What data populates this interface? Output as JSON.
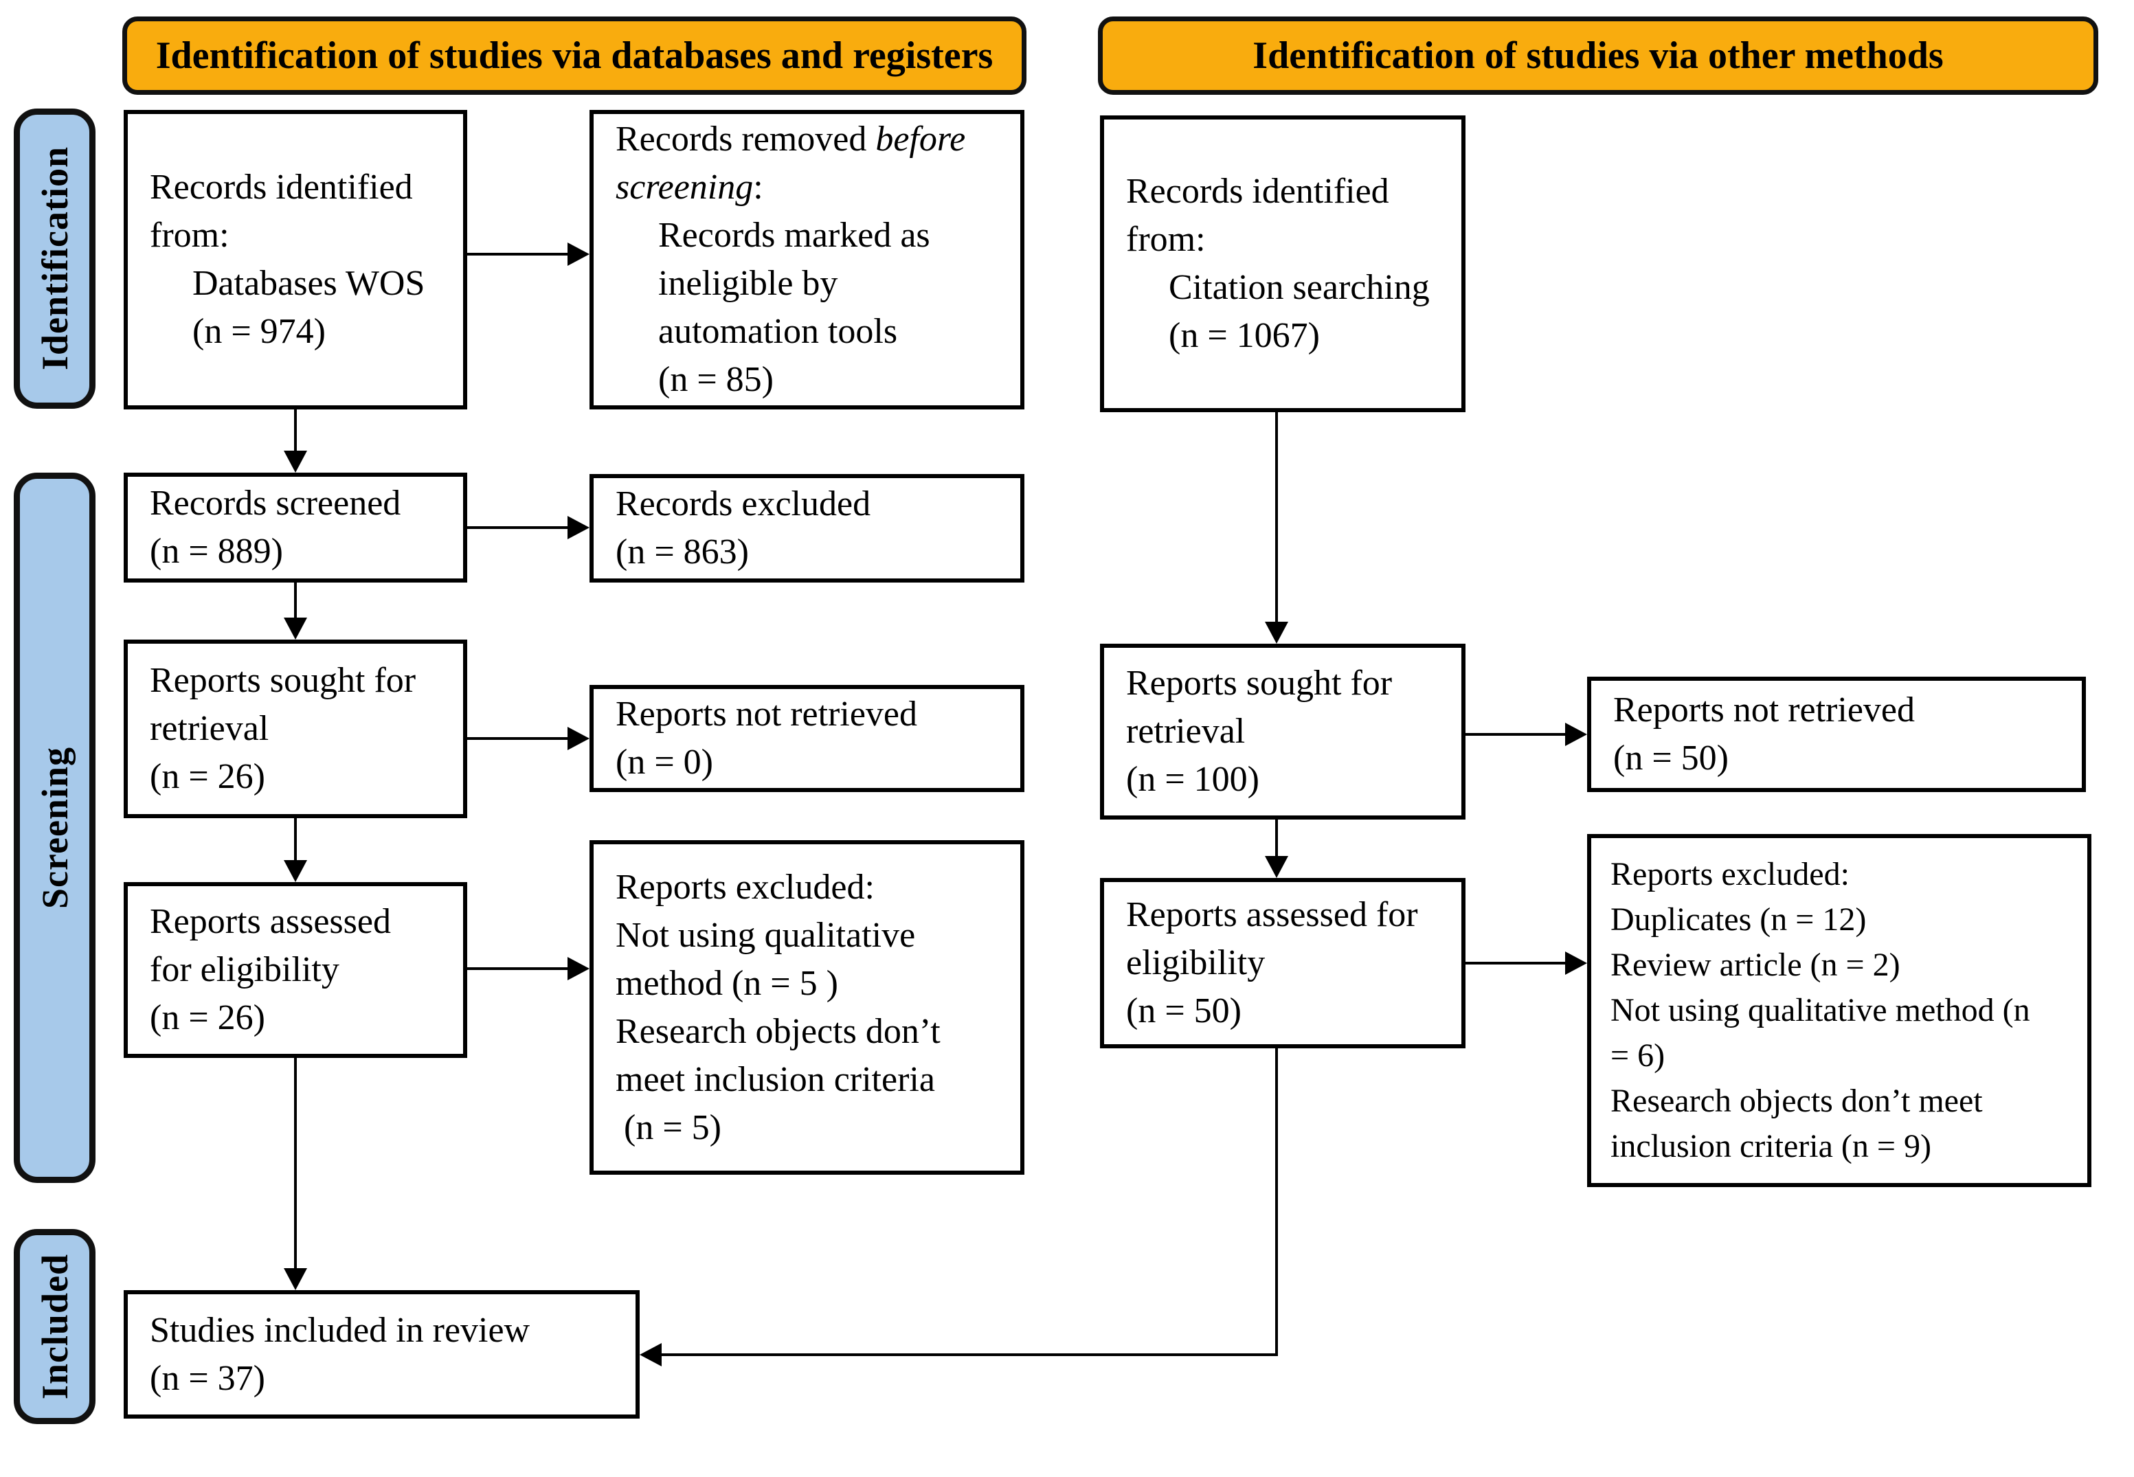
{
  "colors": {
    "header_bg": "#F9AC0E",
    "stage_bg": "#A7C9EA",
    "line": "#000000"
  },
  "headers": {
    "databases": "Identification of studies via databases and registers",
    "other": "Identification of studies via other methods"
  },
  "stages": {
    "identification": "Identification",
    "screening": "Screening",
    "included": "Included"
  },
  "db": {
    "identified": {
      "lines": [
        "Records identified",
        "from:",
        "Databases WOS",
        "(n = 974)"
      ]
    },
    "removed": {
      "intro": {
        "normal": "Records removed ",
        "italic": "before screening",
        "colon": ":"
      },
      "lines": [
        "Records marked as",
        "ineligible by",
        "automation tools",
        "(n = 85)"
      ]
    },
    "screened": {
      "lines": [
        "Records screened",
        "(n = 889)"
      ]
    },
    "records_excluded": {
      "lines": [
        "Records excluded",
        "(n = 863)"
      ]
    },
    "sought": {
      "lines": [
        "Reports sought for",
        "retrieval",
        "(n = 26)"
      ]
    },
    "not_retrieved": {
      "lines": [
        "Reports not retrieved",
        "(n = 0)"
      ]
    },
    "assessed": {
      "lines": [
        "Reports assessed",
        "for eligibility",
        "(n = 26)"
      ]
    },
    "reports_excluded": {
      "lines": [
        "Reports excluded:",
        "Not using qualitative",
        "method (n = 5 )",
        "Research objects don’t",
        "meet inclusion criteria",
        "(n = 5)"
      ]
    }
  },
  "other": {
    "identified": {
      "lines": [
        "Records identified",
        "from:",
        "Citation searching",
        "(n = 1067)"
      ]
    },
    "sought": {
      "lines": [
        "Reports sought for",
        "retrieval",
        "(n = 100)"
      ]
    },
    "not_retrieved": {
      "lines": [
        "Reports not retrieved",
        "(n = 50)"
      ]
    },
    "assessed": {
      "lines": [
        "Reports assessed for",
        "eligibility",
        "(n = 50)"
      ]
    },
    "reports_excluded": {
      "lines": [
        "Reports excluded:",
        "Duplicates (n = 12)",
        "Review article (n = 2)",
        "Not using qualitative method (n",
        "= 6)",
        "Research objects don’t meet",
        "inclusion criteria (n = 9)"
      ]
    }
  },
  "included_box": {
    "lines": [
      "Studies included in review",
      "(n = 37)"
    ]
  }
}
